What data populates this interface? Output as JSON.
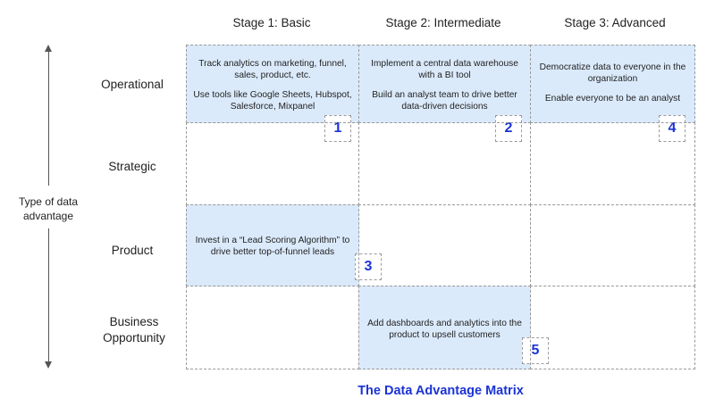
{
  "columns": [
    "Stage 1: Basic",
    "Stage 2: Intermediate",
    "Stage 3: Advanced"
  ],
  "rows": [
    "Operational",
    "Strategic",
    "Product",
    "Business Opportunity"
  ],
  "axis_label": "Type of data advantage",
  "cells": {
    "c1": {
      "lines": [
        "Track analytics on marketing, funnel, sales, product, etc.",
        "Use tools like Google Sheets, Hubspot, Salesforce, Mixpanel"
      ],
      "badge": "1"
    },
    "c2": {
      "lines": [
        "Implement a central data warehouse with a BI tool",
        "Build an analyst team to drive better data-driven decisions"
      ],
      "badge": "2"
    },
    "c3": {
      "lines": [
        "Invest in a “Lead Scoring Algorithm” to drive better top-of-funnel leads"
      ],
      "badge": "3"
    },
    "c4": {
      "lines": [
        "Democratize data to everyone in the organization",
        "Enable everyone to be an analyst"
      ],
      "badge": "4"
    },
    "c5": {
      "lines": [
        "Add dashboards and analytics into the product to upsell customers"
      ],
      "badge": "5"
    }
  },
  "title": "The Data Advantage Matrix",
  "colors": {
    "highlight": "#dbeafb",
    "accent": "#1b33d6",
    "border": "#9a9a9a"
  }
}
